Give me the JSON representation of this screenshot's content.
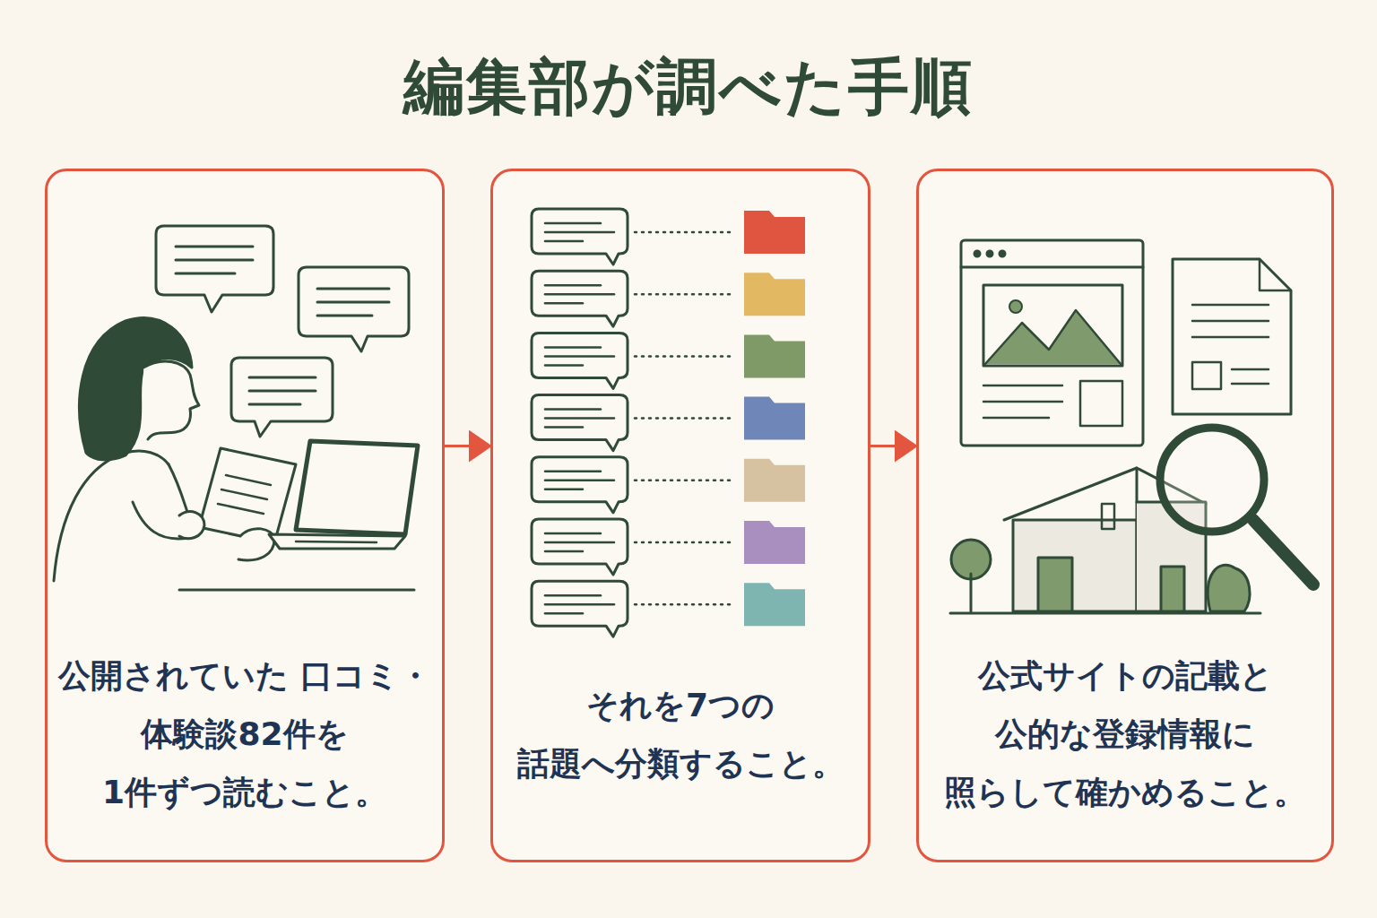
{
  "diagram": {
    "title": "編集部が調べた手順",
    "nodes": [
      {
        "text": [
          "公開されていた 口コミ・体験談82件を 1件ずつ読むこと。"
        ]
      },
      {
        "text": [
          "それを7つの 話題へ分類すること。"
        ]
      },
      {
        "text": [
          "公式サイトの記載と 公的な登録情報に 照らして確かめること。"
        ]
      }
    ],
    "edges": [
      {
        "from": 0,
        "to": 1,
        "arrow": "to"
      },
      {
        "from": 1,
        "to": 2,
        "arrow": "to"
      }
    ]
  }
}
